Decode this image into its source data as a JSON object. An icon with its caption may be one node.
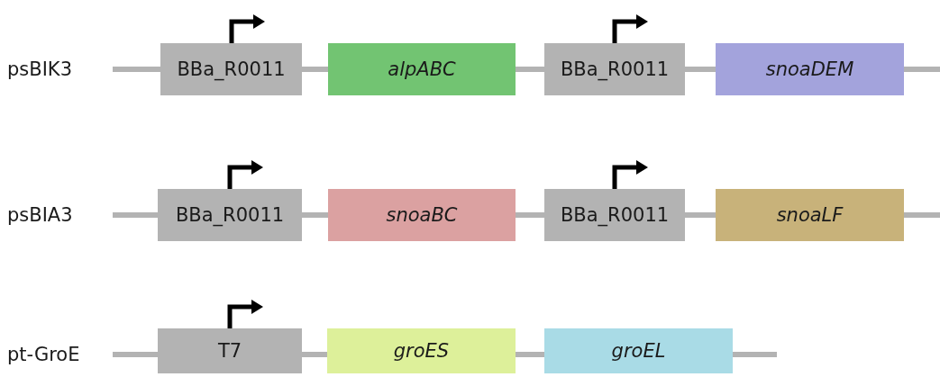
{
  "diagram": {
    "nodes": [
      {
        "text": [
          "BBa_R0011"
        ]
      },
      {
        "text": [
          "alpABC"
        ]
      },
      {
        "text": [
          "BBa_R0011"
        ]
      },
      {
        "text": [
          "snoaDEM"
        ]
      },
      {
        "text": [
          "BBa_R0011"
        ]
      },
      {
        "text": [
          "snoaBC"
        ]
      },
      {
        "text": [
          "BBa_R0011"
        ]
      },
      {
        "text": [
          "snoaLF"
        ]
      },
      {
        "text": [
          "T7"
        ]
      },
      {
        "text": [
          "groES"
        ]
      },
      {
        "text": [
          "groEL"
        ]
      }
    ],
    "labels": [
      "psBIK3",
      "psBIA3",
      "pt-GroE"
    ]
  }
}
